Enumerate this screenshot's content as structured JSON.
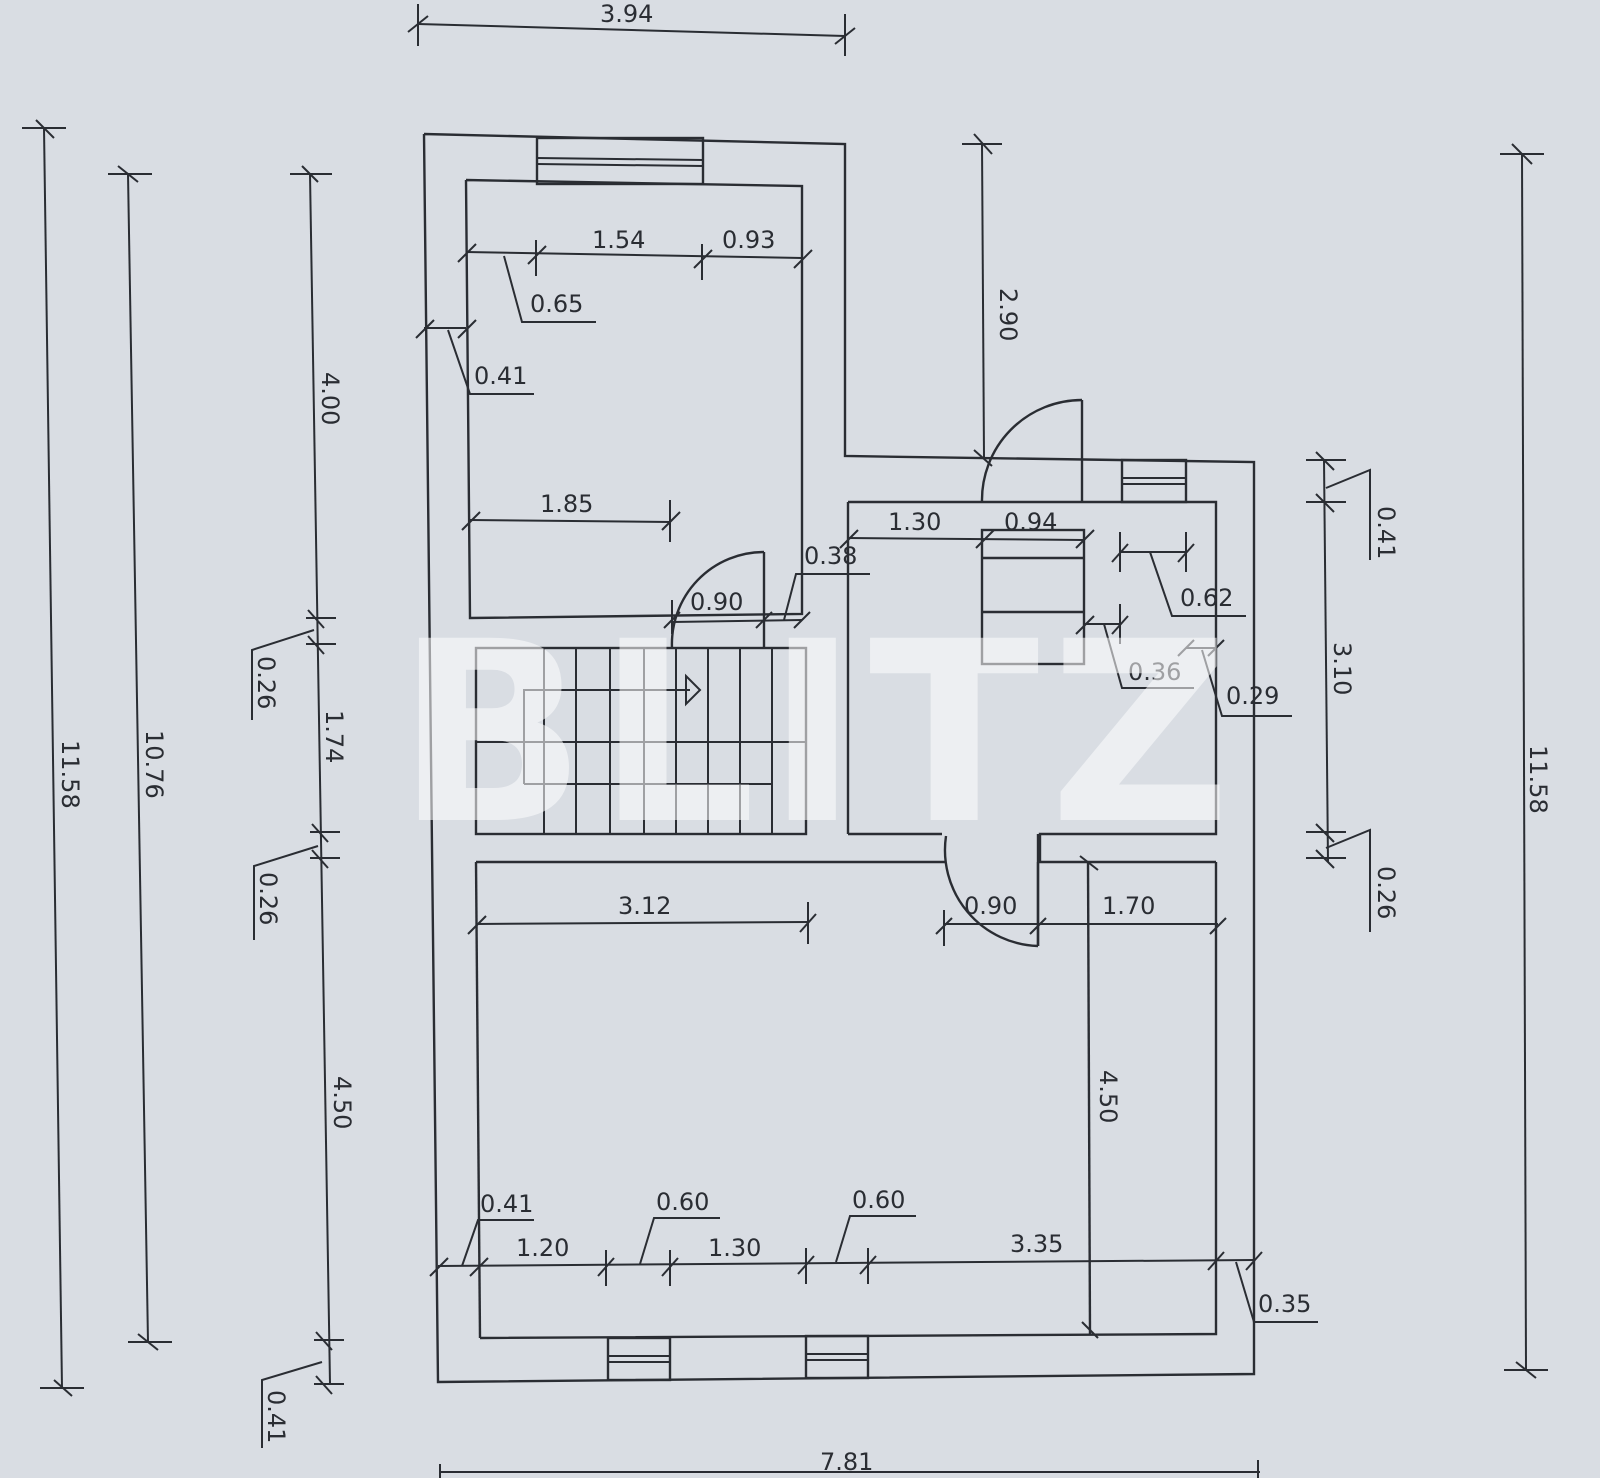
{
  "drawing": {
    "type": "floor-plan",
    "background_color": "#d9dde3",
    "line_color": "#2a2d33",
    "watermark": "BLITZ"
  },
  "dimensions": {
    "top_overall_width": "3.94",
    "bottom_overall_width": "7.81",
    "left_overall_height": "11.58",
    "left_inner_height": "10.76",
    "right_overall_height": "11.58",
    "left_chain": [
      "4.00",
      "0.26",
      "1.74",
      "0.26",
      "4.50",
      "0.41"
    ],
    "right_chain": [
      "0.41",
      "3.10",
      "0.26"
    ],
    "upper_room": {
      "wall_thickness": "0.41",
      "window_offset": "0.65",
      "window_width": "1.54",
      "right_segment": "0.93",
      "inner_width_line": "1.85",
      "door_width": "0.90",
      "door_side": "0.38"
    },
    "bath": {
      "height": "2.90",
      "left_segment": "1.30",
      "door_segment": "0.94",
      "window_segment": "0.62",
      "wall_a": "0.36",
      "wall_b": "0.29"
    },
    "lower_room": {
      "width_line": "3.12",
      "door_width": "0.90",
      "right_segment": "1.70",
      "height": "4.50",
      "bottom_chain": [
        "0.41",
        "1.20",
        "0.60",
        "1.30",
        "0.60",
        "3.35",
        "0.35"
      ]
    }
  }
}
